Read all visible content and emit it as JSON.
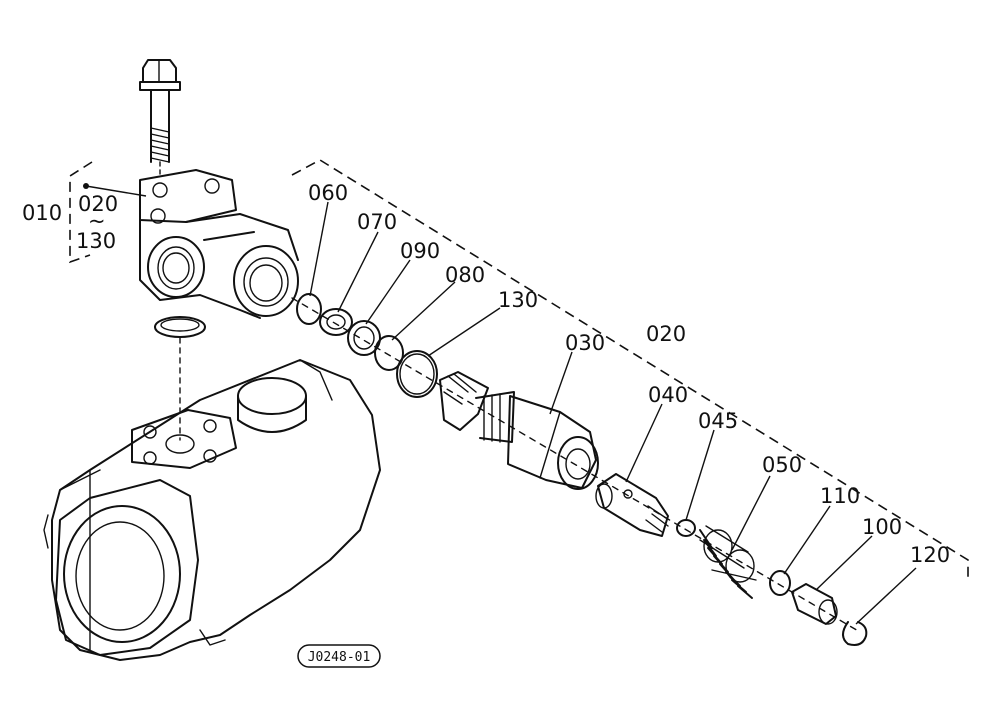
{
  "diagram": {
    "labels": {
      "p010": "010",
      "p020_main": "020",
      "p020_top": "020",
      "p_tilde": "~",
      "p130_range": "130",
      "p060": "060",
      "p070": "070",
      "p090": "090",
      "p080": "080",
      "p130": "130",
      "p030": "030",
      "p040": "040",
      "p045": "045",
      "p050": "050",
      "p110": "110",
      "p100": "100",
      "p120": "120"
    },
    "drawing_code": "J0248-01"
  }
}
